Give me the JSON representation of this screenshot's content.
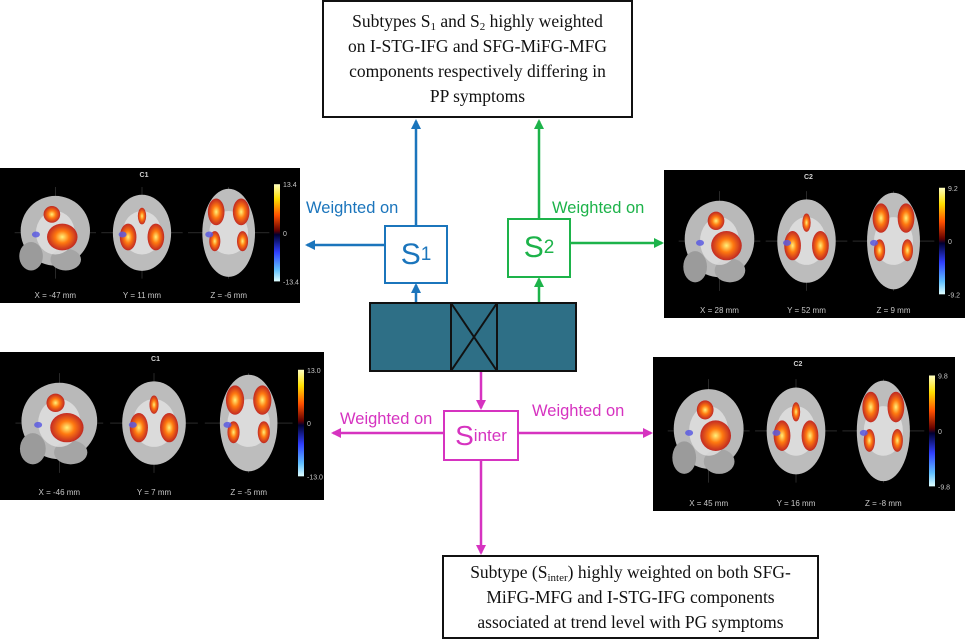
{
  "top_box": {
    "line1_a": "Subtypes S",
    "line1_s1": "1",
    "line1_b": " and S",
    "line1_s2": "2",
    "line1_c": " highly weighted",
    "line2": "on I-STG-IFG and SFG-MiFG-MFG",
    "line3": "components respectively differing in",
    "line4": "PP symptoms"
  },
  "bottom_box": {
    "line1_a": "Subtype (S",
    "line1_sub": "inter",
    "line1_b": ") highly weighted on both SFG-",
    "line2": "MiFG-MFG and I-STG-IFG components",
    "line3": "associated at trend level with PG symptoms"
  },
  "s1": {
    "letter": "S",
    "sub": "1"
  },
  "s2": {
    "letter": "S",
    "sub": "2"
  },
  "sinter": {
    "letter": "S",
    "sub": "inter"
  },
  "labels": {
    "s1_weighted": "Weighted on",
    "s2_weighted": "Weighted on",
    "inter_left": "Weighted on",
    "inter_right": "Weighted on"
  },
  "panels": {
    "top_left": {
      "title": "C1",
      "coords": [
        "X = -47 mm",
        "Y = 11 mm",
        "Z = -6 mm"
      ],
      "cb_max": "13.4",
      "cb_zero": "0",
      "cb_min": "-13.4"
    },
    "top_right": {
      "title": "C2",
      "coords": [
        "X = 28 mm",
        "Y = 52 mm",
        "Z = 9 mm"
      ],
      "cb_max": "9.2",
      "cb_zero": "0",
      "cb_min": "-9.2"
    },
    "bottom_left": {
      "title": "C1",
      "coords": [
        "X = -46 mm",
        "Y = 7 mm",
        "Z = -5 mm"
      ],
      "cb_max": "13.0",
      "cb_zero": "0",
      "cb_min": "-13.0"
    },
    "bottom_right": {
      "title": "C2",
      "coords": [
        "X = 45 mm",
        "Y = 16 mm",
        "Z = -8 mm"
      ],
      "cb_max": "9.8",
      "cb_zero": "0",
      "cb_min": "-9.8"
    }
  },
  "colors": {
    "blue": "#1b75bc",
    "green": "#1db34a",
    "magenta": "#d633c0",
    "teal": "#2e6f86"
  }
}
